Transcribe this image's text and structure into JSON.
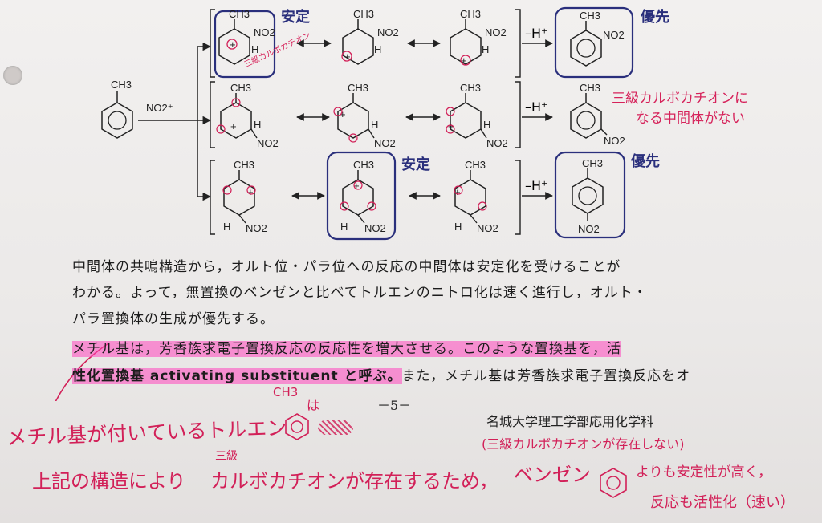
{
  "scheme": {
    "reagent": "NO2⁺",
    "ch3": "CH3",
    "no2": "NO2",
    "h": "H",
    "plus": "+",
    "minus_h": "–H⁺",
    "stable_label": "安定",
    "priority_label": "優先"
  },
  "notes_in_scheme": {
    "tertiary_cation": "三級カルボカチオン",
    "no_tertiary_intermediate_line1": "三級カルボカチオンに",
    "no_tertiary_intermediate_line2": "なる中間体がない"
  },
  "body": {
    "line1": "中間体の共鳴構造から，オルト位・パラ位への反応の中間体は安定化を受けることが",
    "line2": "わかる。よって，無置換のベンゼンと比べてトルエンのニトロ化は速く進行し，オルト・",
    "line3": "パラ置換体の生成が優先する。",
    "line4_hl1": "メチル基は，芳香族求電子置換反応の反応性を増大させる。",
    "line4_hl2": "このような置換基を，活",
    "line5_hl": "性化置換基 activating substituent と呼ぶ。",
    "line5_rest": "また，メチル基は芳香族求電子置換反応をオ"
  },
  "footer": {
    "page_number": "－5－",
    "department": "名城大学理工学部応用化学科"
  },
  "handwriting": {
    "ch3_over_ring": "CH3",
    "wa": "は",
    "line1": "メチル基が付いているトルエン",
    "line2_a": "上記の構造により",
    "line2_small": "三級",
    "line2_b": "カルボカチオンが存在するため，",
    "benzene_note": "(三級カルボカチオンが存在しない)",
    "benzene": "ベンゼン",
    "more_stable": "よりも安定性が高く，",
    "activation": "反応も活性化（速い）"
  },
  "colors": {
    "ink_red": "#d22058",
    "box_blue": "#2a2f7c",
    "highlight": "#ff46be"
  }
}
